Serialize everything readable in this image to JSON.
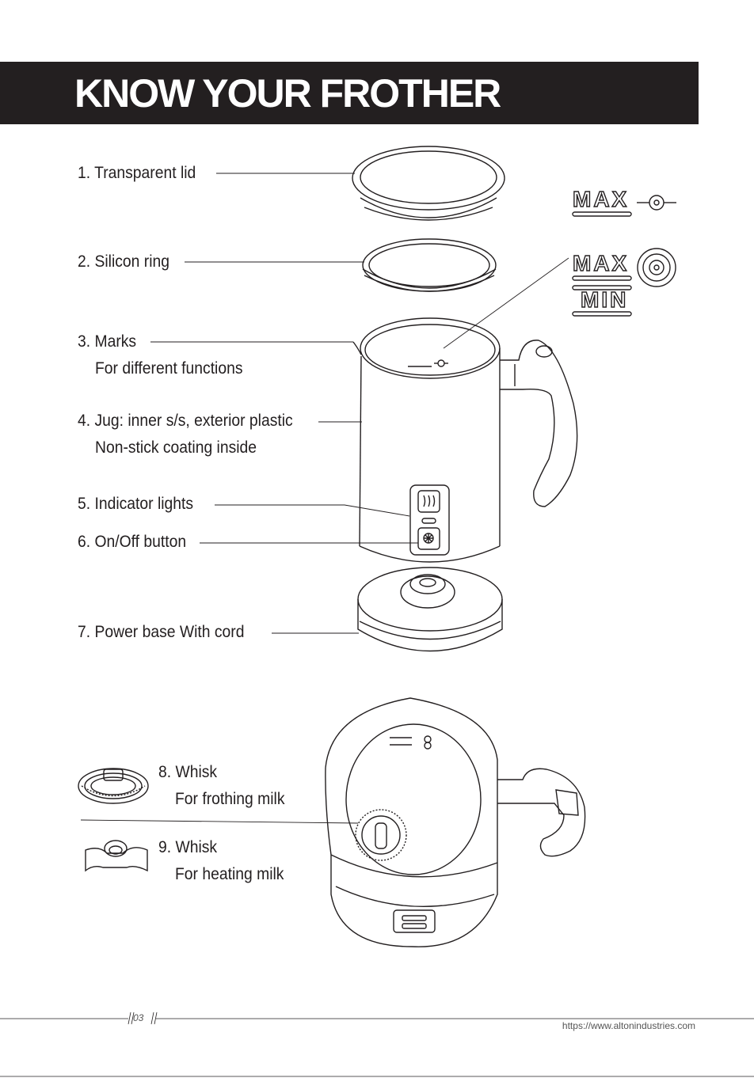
{
  "header": {
    "title": "KNOW YOUR FROTHER"
  },
  "parts": [
    {
      "label": "1. Transparent lid",
      "sub": ""
    },
    {
      "label": "2. Silicon ring",
      "sub": ""
    },
    {
      "label": "3. Marks",
      "sub": "For different functions"
    },
    {
      "label": "4. Jug: inner s/s, exterior plastic",
      "sub": "Non-stick coating inside"
    },
    {
      "label": "5. Indicator lights",
      "sub": ""
    },
    {
      "label": "6. On/Off button",
      "sub": ""
    },
    {
      "label": "7. Power base  With cord",
      "sub": ""
    },
    {
      "label": "8. Whisk",
      "sub": "For frothing milk"
    },
    {
      "label": "9. Whisk",
      "sub": "For heating milk"
    }
  ],
  "marks": {
    "max": "MAX",
    "min": "MIN"
  },
  "footer": {
    "page": "03",
    "url": "https://www.altonindustries.com"
  }
}
